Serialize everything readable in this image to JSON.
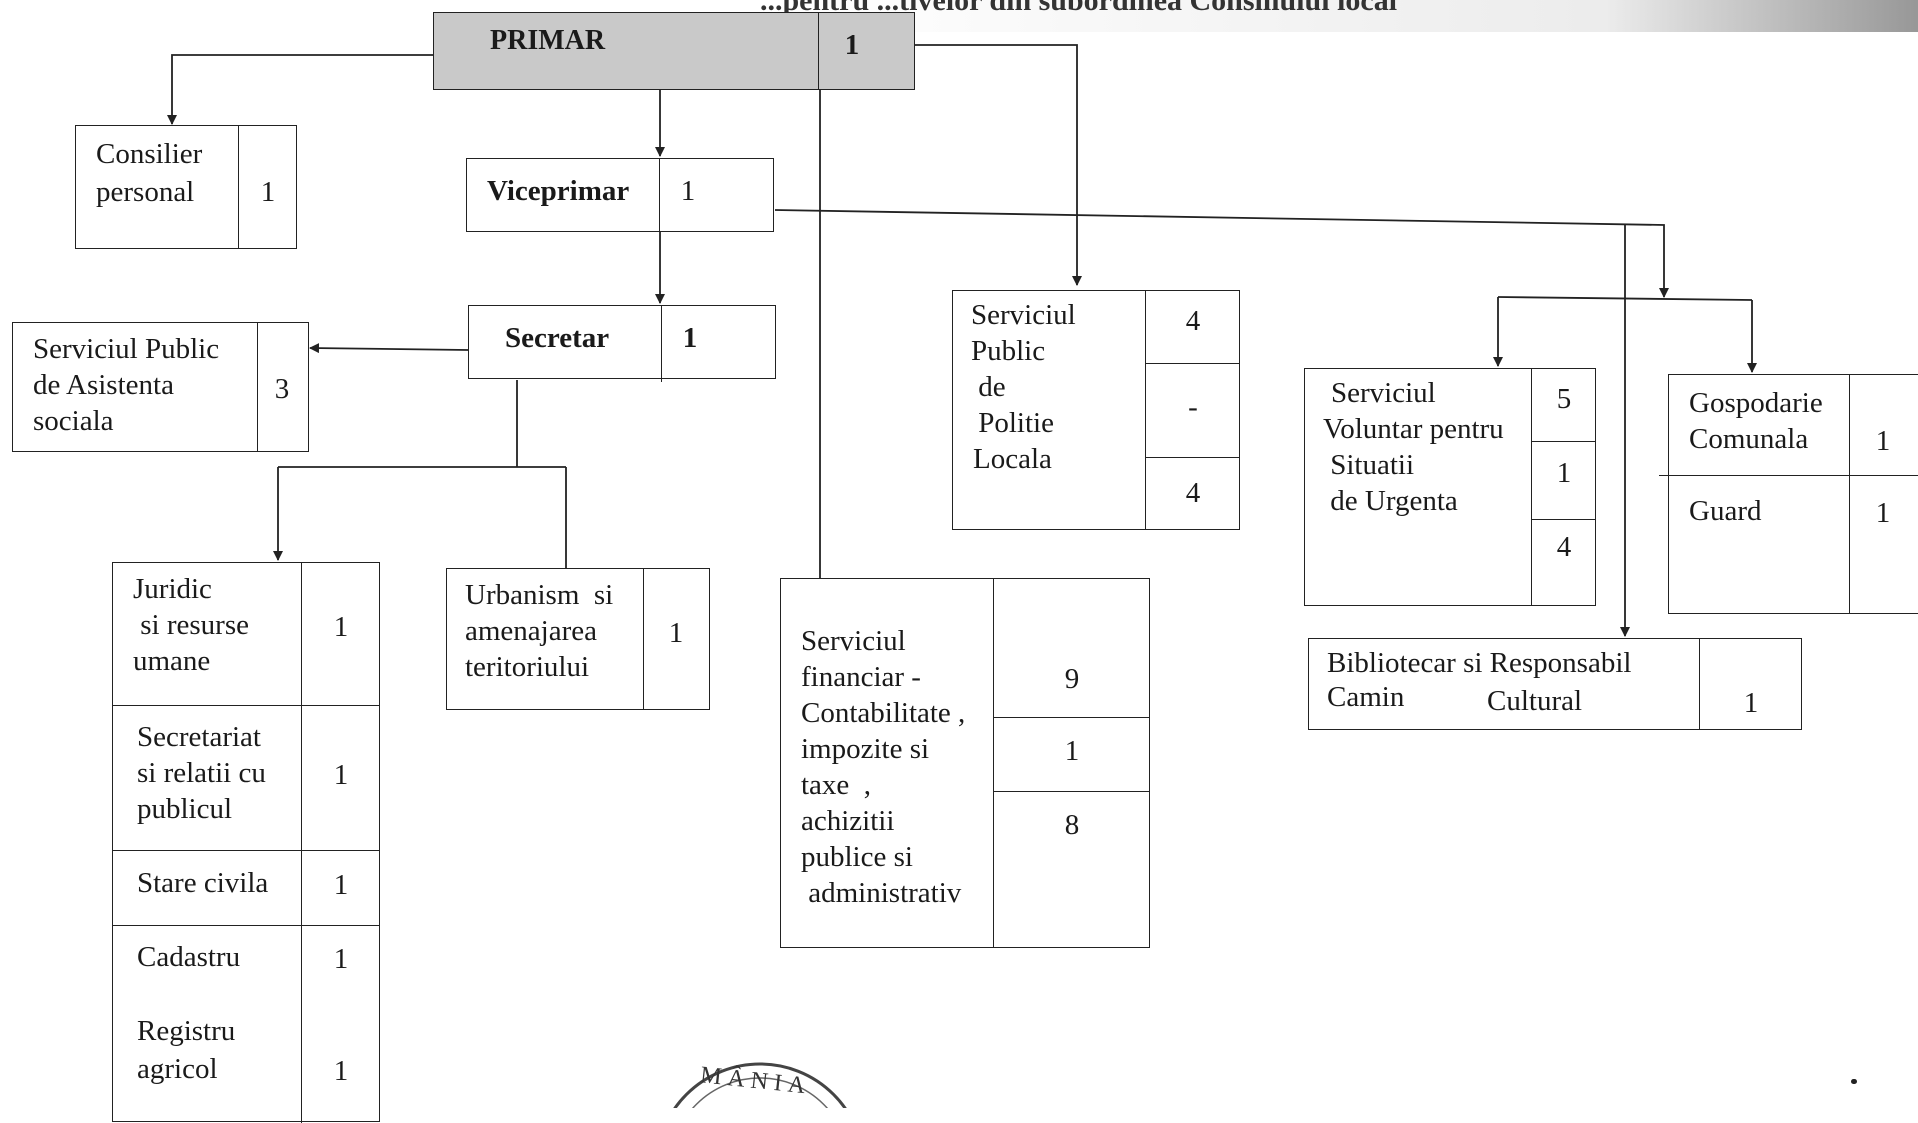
{
  "header": {
    "text": "...pentru ...tivelor din subordinea Consiliului local"
  },
  "primar": {
    "label": "PRIMAR",
    "count": "1"
  },
  "consilier": {
    "line1": "Consilier",
    "line2": "personal",
    "count": "1"
  },
  "viceprimar": {
    "label": "Viceprimar",
    "count": "1"
  },
  "secretar": {
    "label": "Secretar",
    "count": "1"
  },
  "asistenta": {
    "line1": "Serviciul Public",
    "line2": "de Asistenta",
    "line3": "sociala",
    "count": "3"
  },
  "juridic": {
    "line1": "Juridic",
    "line2": " si resurse",
    "line3": "umane",
    "count": "1"
  },
  "secretariat": {
    "line1": "Secretariat",
    "line2": "si relatii cu",
    "line3": "publicul",
    "count": "1"
  },
  "stare_civila": {
    "label": "Stare civila",
    "count": "1"
  },
  "cadastru": {
    "label": "Cadastru",
    "count": "1"
  },
  "registru": {
    "line1": "Registru",
    "line2": "agricol",
    "count": "1"
  },
  "urbanism": {
    "line1": "Urbanism  si",
    "line2": "amenajarea",
    "line3": "teritoriului",
    "count": "1"
  },
  "financiar": {
    "lines": [
      "Serviciul",
      "financiar -",
      "Contabilitate ,",
      "impozite si",
      "taxe  ,",
      "achizitii",
      "publice si",
      " administrativ"
    ],
    "counts": [
      "9",
      "1",
      "8"
    ]
  },
  "politie": {
    "lines": [
      "Serviciul",
      "Public",
      " de",
      " Politie",
      "Locala"
    ],
    "counts": [
      "4",
      "-",
      "4"
    ]
  },
  "voluntar": {
    "lines": [
      "Serviciul",
      "Voluntar pentru",
      " Situatii",
      " de Urgenta"
    ],
    "counts": [
      "5",
      "1",
      "4"
    ]
  },
  "gospodarie": {
    "line1": "Gospodarie",
    "line2": "Comunala",
    "count": "1"
  },
  "guard": {
    "label": "Guard",
    "count": "1"
  },
  "bibliotecar": {
    "line1": "Bibliotecar si Responsabil",
    "line2a": "Camin",
    "line2b": "Cultural",
    "count": "1"
  },
  "stamp": {
    "text": "MÂNIA"
  }
}
